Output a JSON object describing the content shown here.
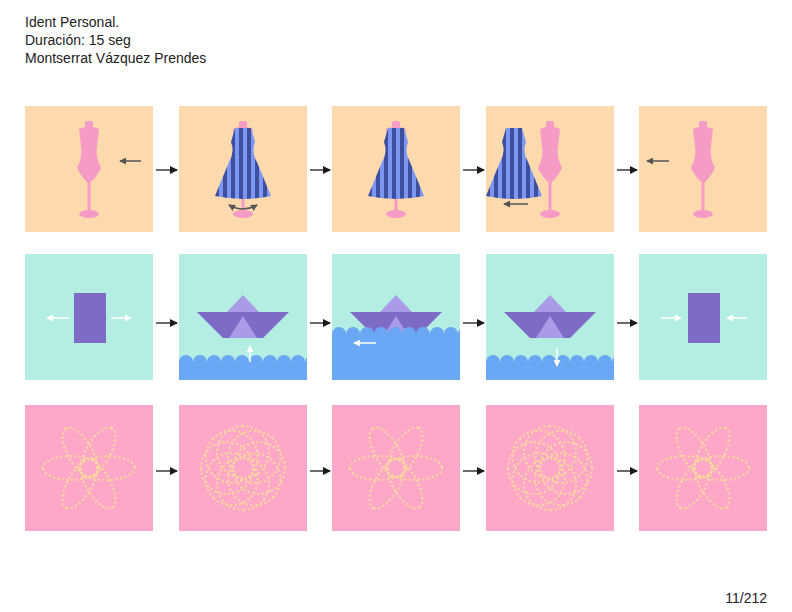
{
  "diagram": {
    "title": "Ident Personal.",
    "labels": [
      "Duración: 15 seg",
      "Montserrat Vázquez Prendes",
      "11/212"
    ]
  }
}
